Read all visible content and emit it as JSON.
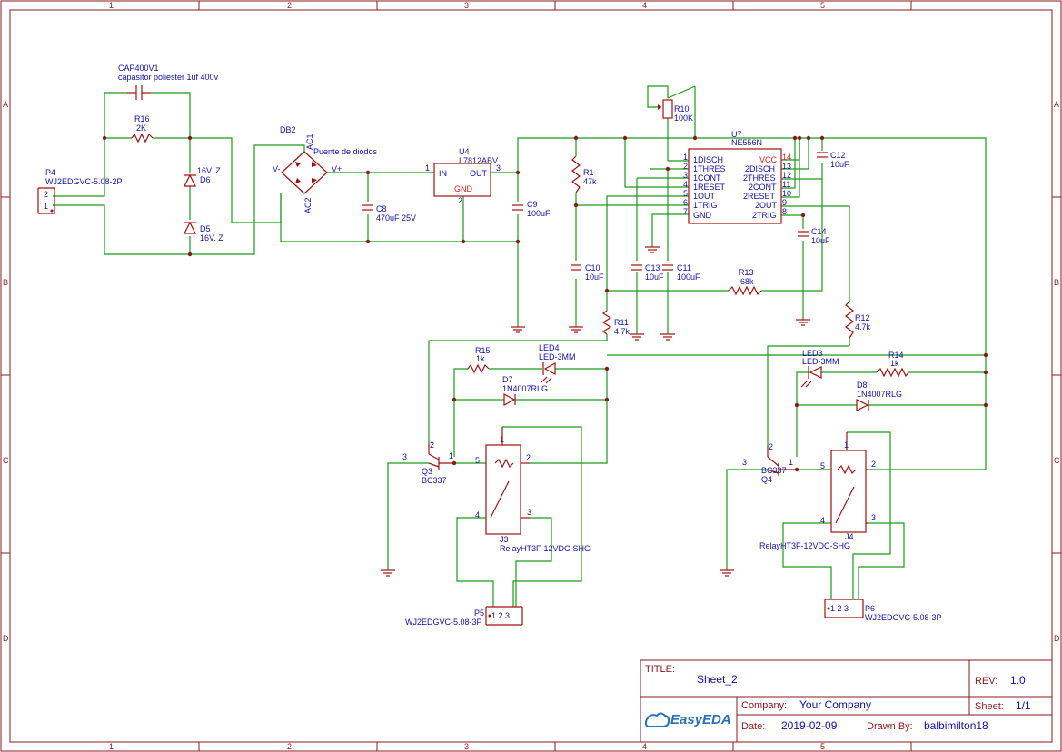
{
  "ruler": {
    "columns": [
      "1",
      "2",
      "3",
      "4",
      "5"
    ],
    "rows": [
      "A",
      "B",
      "C",
      "D"
    ]
  },
  "title_block": {
    "title_label": "TITLE:",
    "title": "Sheet_2",
    "rev_label": "REV:",
    "rev": "1.0",
    "company_label": "Company:",
    "company": "Your Company",
    "sheet_label": "Sheet:",
    "sheet": "1/1",
    "date_label": "Date:",
    "date": "2019-02-09",
    "drawn_label": "Drawn By:",
    "drawn_by": "balbimilton18",
    "logo": "EasyEDA"
  },
  "components": {
    "cap400": {
      "ref": "CAP400V1",
      "value": "capasitor poliester 1uf 400v"
    },
    "r16": {
      "ref": "R16",
      "value": "2K"
    },
    "d6": {
      "ref": "D6",
      "value": "16V. Z"
    },
    "d5": {
      "ref": "D5",
      "value": "16V. Z"
    },
    "p4": {
      "ref": "P4",
      "value": "WJ2EDGVC-5.08-2P",
      "pin1": "1",
      "pin2": "2"
    },
    "db2": {
      "ref": "DB2",
      "value": "Puente de diodos",
      "ac1": "AC1",
      "ac2": "AC2",
      "vminus": "V-",
      "vplus": "V+"
    },
    "u4": {
      "ref": "U4",
      "value": "L7812ABV",
      "in": "IN",
      "out": "OUT",
      "gnd": "GND",
      "p1": "1",
      "p2": "2",
      "p3": "3"
    },
    "c8": {
      "ref": "C8",
      "value": "470uF 25V"
    },
    "c9": {
      "ref": "C9",
      "value": "100uF"
    },
    "r10": {
      "ref": "R10",
      "value": "100K"
    },
    "u7": {
      "ref": "U7",
      "value": "NE556N",
      "left_pins": [
        {
          "num": "1",
          "name": "1DISCH"
        },
        {
          "num": "2",
          "name": "1THRES"
        },
        {
          "num": "3",
          "name": "1CONT"
        },
        {
          "num": "4",
          "name": "1RESET"
        },
        {
          "num": "5",
          "name": "1OUT"
        },
        {
          "num": "6",
          "name": "1TRIG"
        },
        {
          "num": "7",
          "name": "GND"
        }
      ],
      "right_pins": [
        {
          "num": "14",
          "name": "VCC"
        },
        {
          "num": "13",
          "name": "2DISCH"
        },
        {
          "num": "12",
          "name": "2THRES"
        },
        {
          "num": "11",
          "name": "2CONT"
        },
        {
          "num": "10",
          "name": "2RESET"
        },
        {
          "num": "9",
          "name": "2OUT"
        },
        {
          "num": "8",
          "name": "2TRIG"
        }
      ]
    },
    "r1": {
      "ref": "R1",
      "value": "47k"
    },
    "c12": {
      "ref": "C12",
      "value": "10uF"
    },
    "c14": {
      "ref": "C14",
      "value": "10uF"
    },
    "c10": {
      "ref": "C10",
      "value": "10uF"
    },
    "c13": {
      "ref": "C13",
      "value": "10uF"
    },
    "c11": {
      "ref": "C11",
      "value": "100uF"
    },
    "r13": {
      "ref": "R13",
      "value": "68k"
    },
    "r11": {
      "ref": "R11",
      "value": "4.7k"
    },
    "r12": {
      "ref": "R12",
      "value": "4.7k"
    },
    "r15": {
      "ref": "R15",
      "value": "1k"
    },
    "led4": {
      "ref": "LED4",
      "value": "LED-3MM"
    },
    "d7": {
      "ref": "D7",
      "value": "1N4007RLG"
    },
    "led3": {
      "ref": "LED3",
      "value": "LED-3MM"
    },
    "r14": {
      "ref": "R14",
      "value": "1k"
    },
    "d8": {
      "ref": "D8",
      "value": "1N4007RLG"
    },
    "q3": {
      "ref": "Q3",
      "value": "BC337"
    },
    "q4": {
      "ref": "Q4",
      "value": "BC337"
    },
    "j3": {
      "ref": "J3",
      "value": "RelayHT3F-12VDC-SHG",
      "p1": "1",
      "p2": "2",
      "p3": "3",
      "p4": "4",
      "p5": "5"
    },
    "j4": {
      "ref": "J4",
      "value": "RelayHT3F-12VDC-SHG",
      "p1": "1",
      "p2": "2",
      "p3": "3",
      "p4": "4",
      "p5": "5"
    },
    "p5": {
      "ref": "P5",
      "value": "WJ2EDGVC-5.08-3P",
      "pins": "1 2 3"
    },
    "p6": {
      "ref": "P6",
      "value": "WJ2EDGVC-5.08-3P",
      "pins": "1 2 3"
    }
  },
  "colors": {
    "wire": "#1a9a1a",
    "component": "#a01010",
    "label": "#1010a0",
    "frame": "#8a1a1a"
  }
}
